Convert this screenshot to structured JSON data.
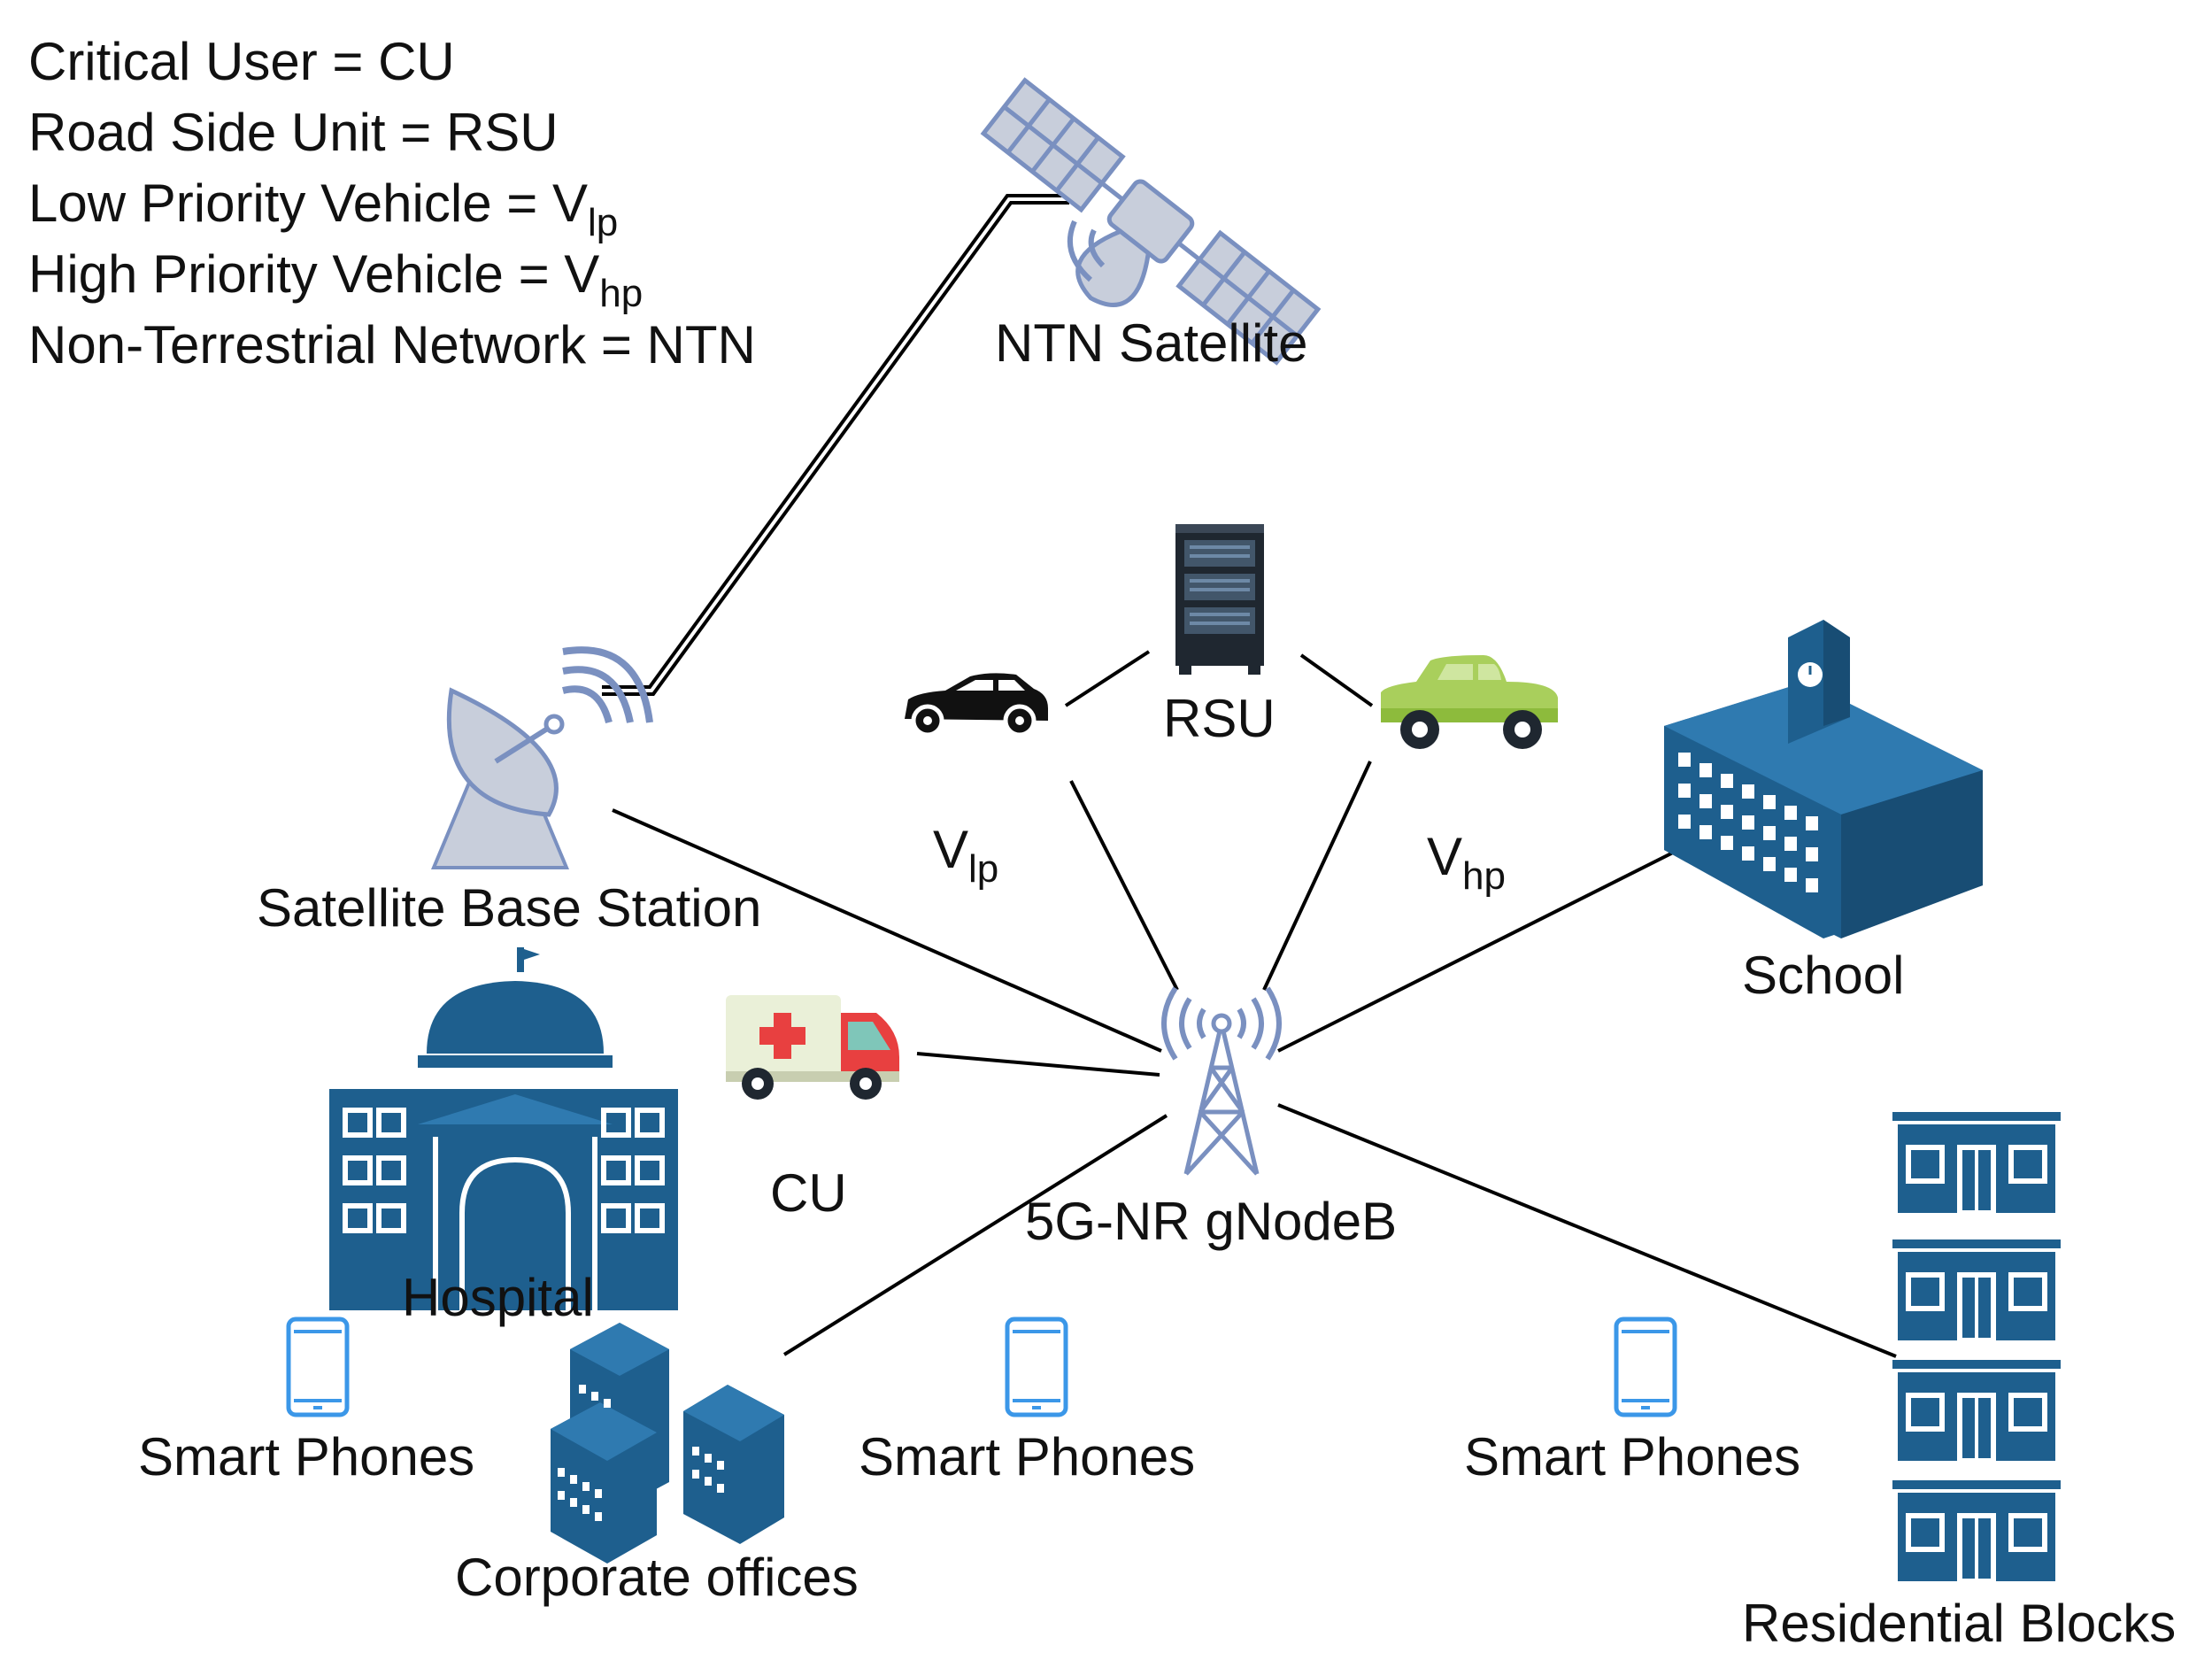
{
  "legend": [
    {
      "text": "Critical User = CU"
    },
    {
      "text": "Road Side Unit = RSU"
    },
    {
      "text": "Low Priority Vehicle = V",
      "sub": "lp"
    },
    {
      "text": "High Priority Vehicle = V",
      "sub": "hp"
    },
    {
      "text": "Non-Terrestrial Network = NTN"
    }
  ],
  "labels": {
    "ntn_satellite": "NTN Satellite",
    "satellite_base_station": "Satellite Base Station",
    "rsu": "RSU",
    "v_lp_base": "V",
    "v_lp_sub": "lp",
    "v_hp_base": "V",
    "v_hp_sub": "hp",
    "school": "School",
    "cu": "CU",
    "gnodeb": "5G-NR gNodeB",
    "hospital": "Hospital",
    "smart_phones_1": "Smart Phones",
    "smart_phones_2": "Smart Phones",
    "smart_phones_3": "Smart Phones",
    "corporate_offices": "Corporate offices",
    "residential_blocks": "Residential Blocks"
  },
  "colors": {
    "building_blue": "#1e5f8e",
    "icon_slate": "#7a90c0",
    "satellite_grey": "#c8cedb",
    "car_green": "#a9cf5c",
    "phone_blue": "#3b97e8",
    "ambulance_red": "#e84040",
    "line": "#000000"
  },
  "icons": [
    "satellite-icon",
    "dish-antenna-icon",
    "server-rack-icon",
    "car-black-icon",
    "car-green-icon",
    "school-building-icon",
    "ambulance-icon",
    "cell-tower-icon",
    "hospital-building-icon",
    "smartphone-icon",
    "office-buildings-icon",
    "residential-block-icon"
  ]
}
